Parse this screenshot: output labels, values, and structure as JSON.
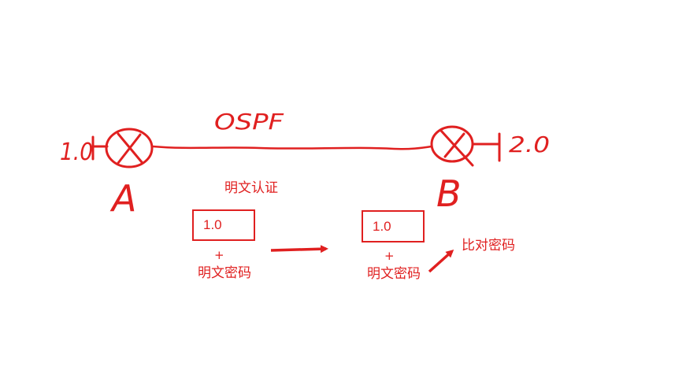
{
  "colors": {
    "ink": "#e02020"
  },
  "diagram": {
    "protocol_label": "OSPF",
    "router_a": {
      "label": "A",
      "network": "1.0"
    },
    "router_b": {
      "label": "B",
      "network": "2.0"
    },
    "auth_label": "明文认证",
    "left_packet": {
      "value": "1.0",
      "plus": "+",
      "caption": "明文密码"
    },
    "right_packet": {
      "value": "1.0",
      "plus": "+",
      "caption": "明文密码"
    },
    "compare_label": "比对密码",
    "icons": [
      "router-icon",
      "router-icon",
      "arrow-right-icon",
      "arrow-up-right-icon"
    ]
  }
}
